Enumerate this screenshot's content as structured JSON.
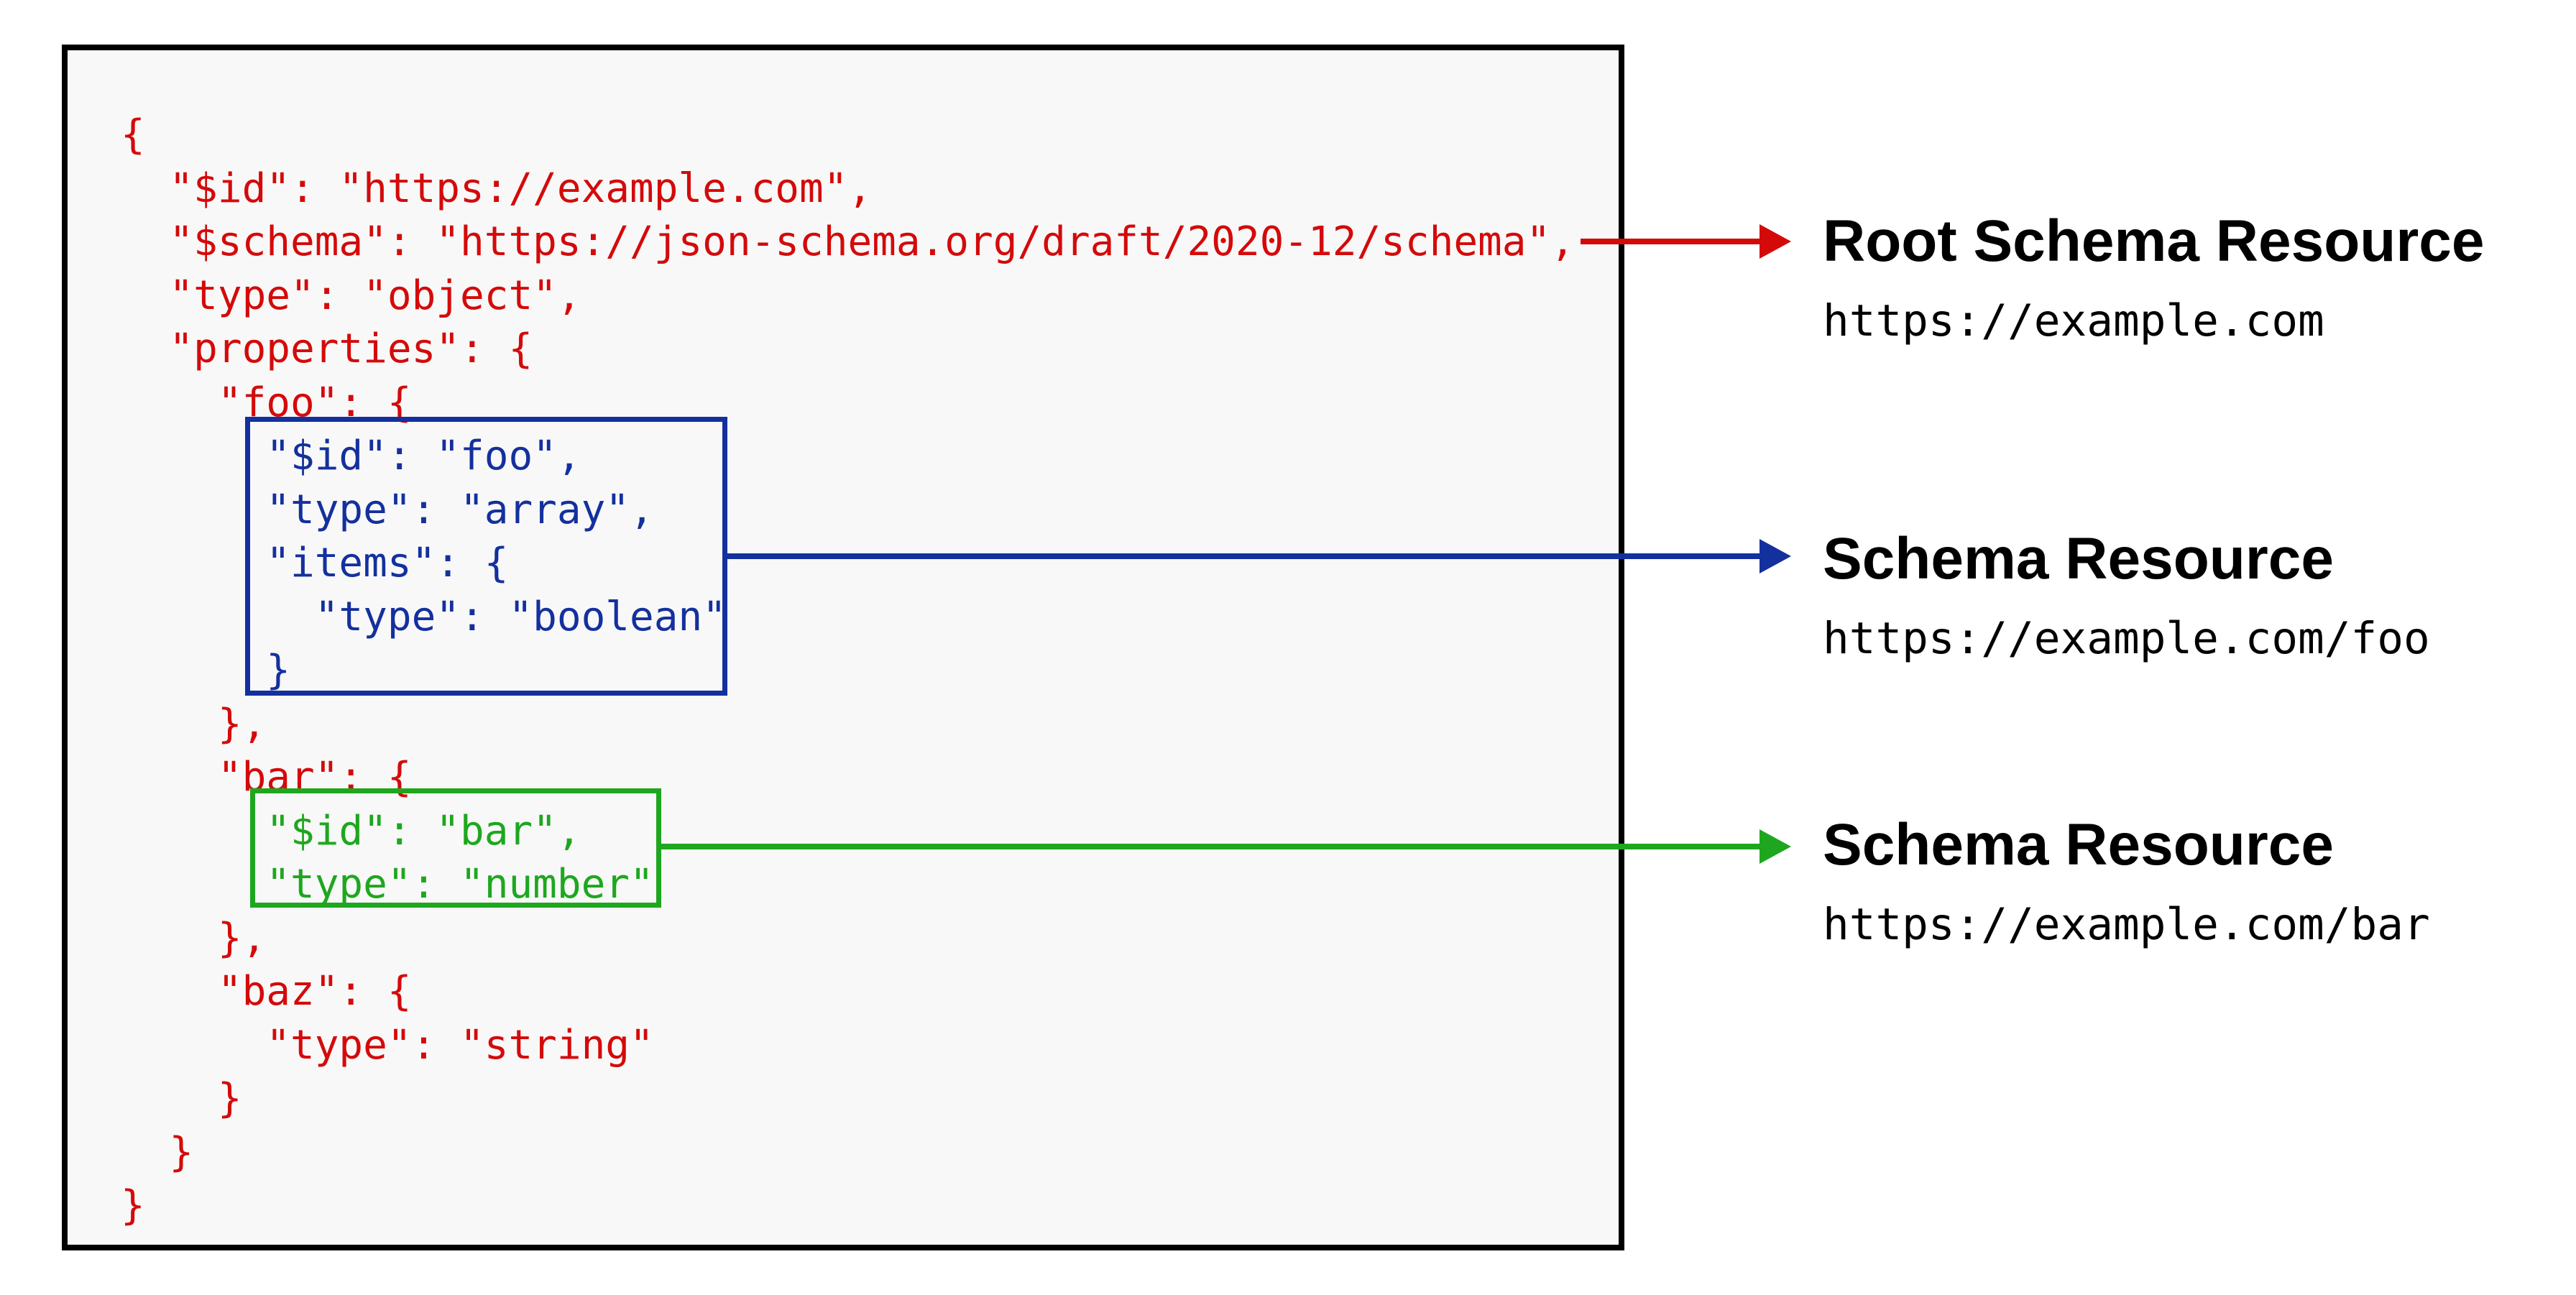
{
  "colors": {
    "red": "#d40a0a",
    "blue": "#14309e",
    "green": "#1ea71e",
    "box_bg": "#f8f8f8",
    "box_border": "#000000",
    "text_black": "#000000",
    "page_bg": "#ffffff"
  },
  "code": {
    "lines": [
      {
        "text": "{",
        "color": "red"
      },
      {
        "text": "  \"$id\": \"https://example.com\",",
        "color": "red"
      },
      {
        "text": "  \"$schema\": \"https://json-schema.org/draft/2020-12/schema\",",
        "color": "red"
      },
      {
        "text": "  \"type\": \"object\",",
        "color": "red"
      },
      {
        "text": "  \"properties\": {",
        "color": "red"
      },
      {
        "text": "    \"foo\": {",
        "color": "red"
      },
      {
        "text": "      \"$id\": \"foo\",",
        "color": "blue"
      },
      {
        "text": "      \"type\": \"array\",",
        "color": "blue"
      },
      {
        "text": "      \"items\": {",
        "color": "blue"
      },
      {
        "text": "        \"type\": \"boolean\"",
        "color": "blue"
      },
      {
        "text": "      }",
        "color": "blue"
      },
      {
        "text": "    },",
        "color": "red"
      },
      {
        "text": "    \"bar\": {",
        "color": "red"
      },
      {
        "text": "      \"$id\": \"bar\",",
        "color": "green"
      },
      {
        "text": "      \"type\": \"number\"",
        "color": "green"
      },
      {
        "text": "    },",
        "color": "red"
      },
      {
        "text": "    \"baz\": {",
        "color": "red"
      },
      {
        "text": "      \"type\": \"string\"",
        "color": "red"
      },
      {
        "text": "    }",
        "color": "red"
      },
      {
        "text": "  }",
        "color": "red"
      },
      {
        "text": "}",
        "color": "red"
      }
    ]
  },
  "annotations": [
    {
      "title": "Root Schema Resource",
      "url": "https://example.com",
      "color": "red"
    },
    {
      "title": "Schema Resource",
      "url": "https://example.com/foo",
      "color": "blue"
    },
    {
      "title": "Schema Resource",
      "url": "https://example.com/bar",
      "color": "green"
    }
  ]
}
